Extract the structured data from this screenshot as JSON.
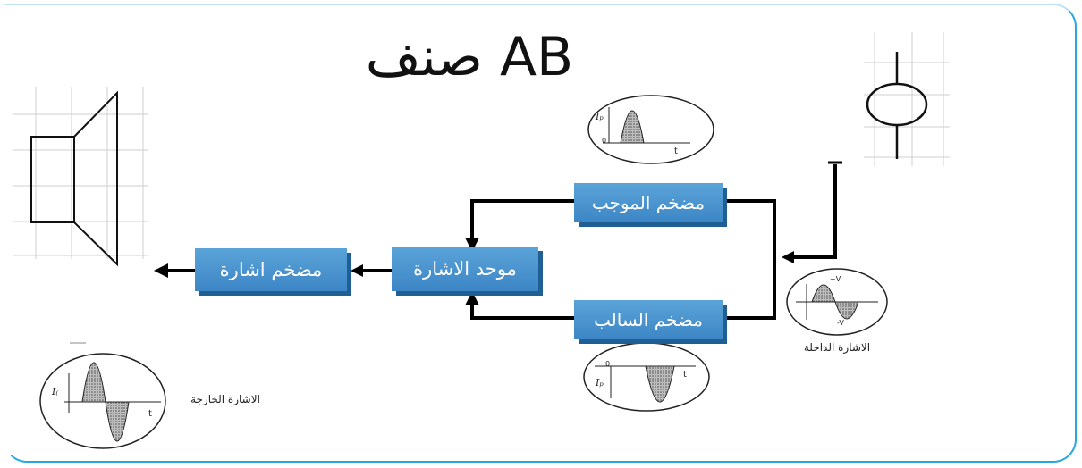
{
  "title": "صنف AB",
  "blocks": {
    "positive_amplifier": "مضخم الموجب",
    "negative_amplifier": "مضخم السالب",
    "signal_combiner": "موحد الاشارة",
    "signal_amplifier": "مضخم اشارة"
  },
  "captions": {
    "input_signal": "الاشارة الداخلة",
    "output_signal": "الاشارة الخارجة"
  },
  "waveform_labels": {
    "pos_current": "Iₚ",
    "neg_current": "Iₚ",
    "out_current": "I₍",
    "time": "t",
    "zero": "0",
    "plus_v": "+V",
    "minus_v": "-V"
  },
  "colors": {
    "block_fill": "#4a94d0",
    "block_shadow": "#1f5f94",
    "frame": "#2aa7e0",
    "line": "#000000",
    "hatch": "#9a9a9a"
  }
}
